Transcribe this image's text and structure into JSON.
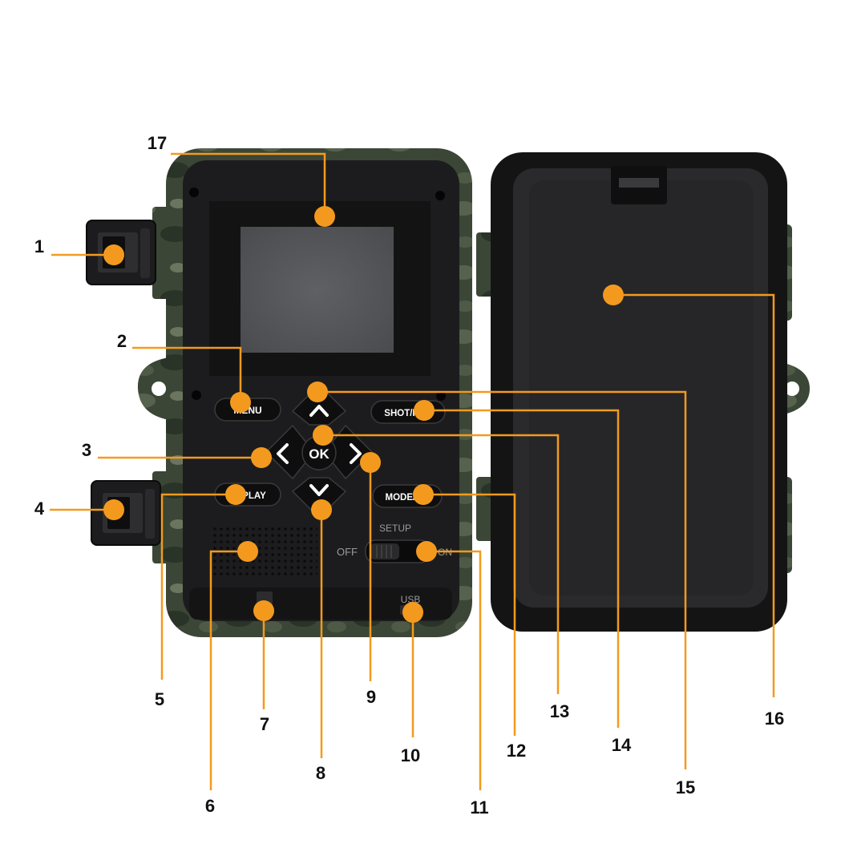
{
  "colors": {
    "callout": "#f39a1e",
    "camo_dark": "#2f3a2b",
    "camo_mid": "#4b5744",
    "body_black": "#1d1d1f",
    "screen_gray": "#56575a",
    "door_black": "#1f1f21"
  },
  "buttons": {
    "menu": "MENU",
    "replay": "REPLAY",
    "shot": "SHOT/REC",
    "mode": "MODE/OK",
    "ok": "OK"
  },
  "switch": {
    "setup": "SETUP",
    "off": "OFF",
    "on": "ON"
  },
  "ports": {
    "usb": "USB"
  },
  "callouts": [
    {
      "number": "1",
      "part": "left-top-latch"
    },
    {
      "number": "2",
      "part": "menu-button"
    },
    {
      "number": "3",
      "part": "left-arrow-button"
    },
    {
      "number": "4",
      "part": "left-bottom-latch"
    },
    {
      "number": "5",
      "part": "replay-button"
    },
    {
      "number": "6",
      "part": "speaker-grille"
    },
    {
      "number": "7",
      "part": "bottom-left-port"
    },
    {
      "number": "8",
      "part": "down-arrow-button"
    },
    {
      "number": "9",
      "part": "right-arrow-button"
    },
    {
      "number": "10",
      "part": "usb-port"
    },
    {
      "number": "11",
      "part": "power-switch"
    },
    {
      "number": "12",
      "part": "mode-button"
    },
    {
      "number": "13",
      "part": "ok-button"
    },
    {
      "number": "14",
      "part": "shot-button"
    },
    {
      "number": "15",
      "part": "up-arrow-button"
    },
    {
      "number": "16",
      "part": "battery-door"
    },
    {
      "number": "17",
      "part": "lcd-screen"
    }
  ]
}
